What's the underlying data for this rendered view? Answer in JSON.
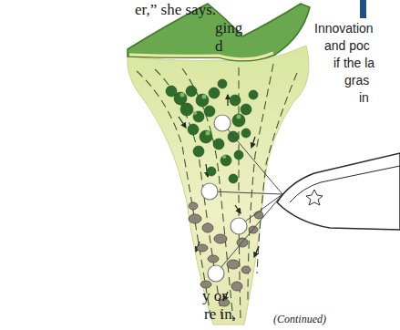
{
  "diagram": {
    "labels": [
      "er,” she says.",
      "ging",
      "d",
      "y or",
      "re in,",
      "(Continued)",
      "Innovation",
      "and poc",
      "if the la",
      "gras",
      "in"
    ]
  }
}
